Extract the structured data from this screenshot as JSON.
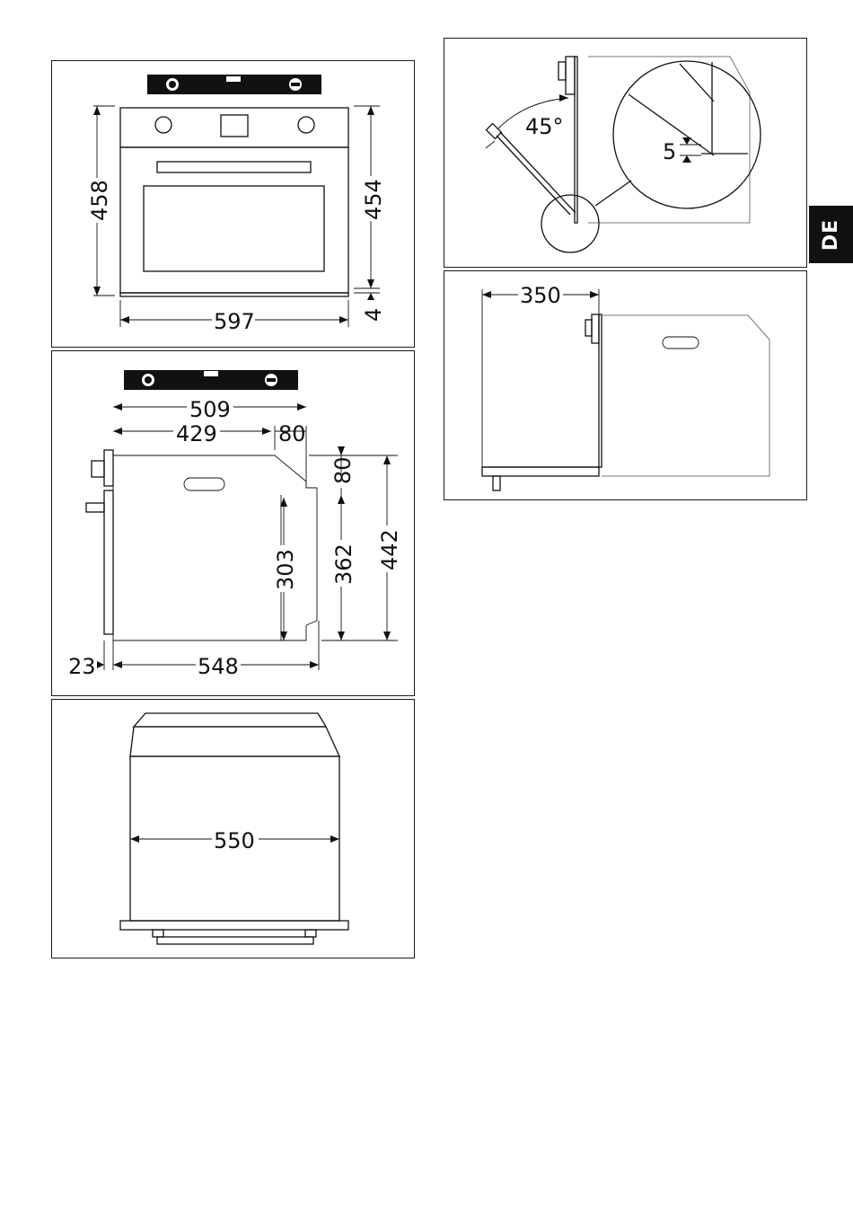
{
  "language_tab": "DE",
  "front_view": {
    "height_total": "458",
    "height_body": "454",
    "gap": "4",
    "width": "597"
  },
  "side_view": {
    "depth_total": "509",
    "depth_body": "429",
    "depth_step": "80",
    "step_height": "80",
    "inner_height": "303",
    "mid_height": "362",
    "height": "442",
    "front_offset": "23",
    "depth_base": "548"
  },
  "top_view": {
    "width": "550"
  },
  "door_detail": {
    "angle": "45°",
    "gap": "5"
  },
  "door_clearance": {
    "clearance": "350"
  }
}
